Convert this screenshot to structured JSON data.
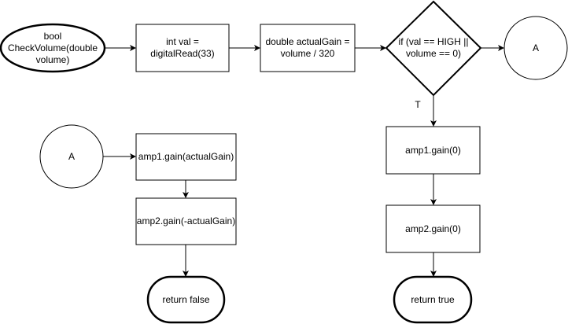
{
  "nodes": {
    "start": "bool\nCheckVolume(double\nvolume)",
    "read": "int val =\ndigitalRead(33)",
    "gain": "double actualGain =\nvolume / 320",
    "decision": "if (val == HIGH ||\nvolume == 0)",
    "connector_out": "A",
    "connector_in": "A",
    "amp1_actual": "amp1.gain(actualGain)",
    "amp2_actual": "amp2.gain(-actualGain)",
    "return_false": "return false",
    "amp1_zero": "amp1.gain(0)",
    "amp2_zero": "amp2.gain(0)",
    "return_true": "return true"
  },
  "edge_labels": {
    "true_branch": "T"
  }
}
